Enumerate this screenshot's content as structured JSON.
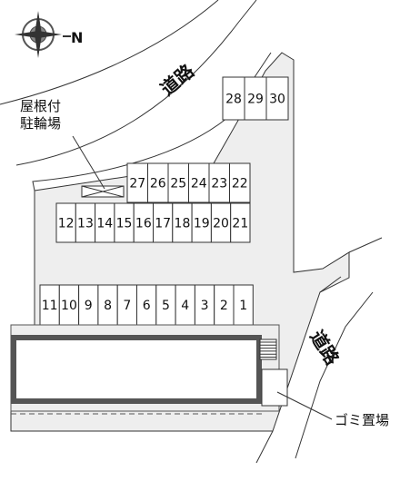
{
  "labels": {
    "roofed_bike_parking": [
      "屋根付",
      "駐輪場"
    ],
    "garbage_area": "ゴミ置場",
    "road_top": "道路",
    "road_right": "道路",
    "north_marker": "N"
  },
  "parking": {
    "row_bottom": [
      "11",
      "10",
      "9",
      "8",
      "7",
      "6",
      "5",
      "4",
      "3",
      "2",
      "1"
    ],
    "row_middle_lower": [
      "12",
      "13",
      "14",
      "15",
      "16",
      "17",
      "18",
      "19",
      "20",
      "21"
    ],
    "row_middle_upper": [
      "27",
      "26",
      "25",
      "24",
      "23",
      "22"
    ],
    "row_top": [
      "28",
      "29",
      "30"
    ]
  },
  "colors": {
    "site_fill": "#eeeeee",
    "line": "#333333",
    "building_border": "#555555"
  }
}
